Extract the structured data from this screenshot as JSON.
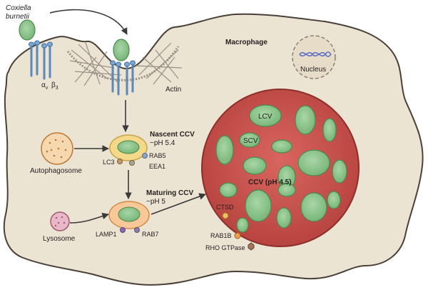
{
  "organism": {
    "line1": "Coxiella",
    "line2": "burnetii"
  },
  "integrin": {
    "alpha": "α",
    "alpha_sub": "v",
    "beta": "β",
    "beta_sub": "3"
  },
  "actin": "Actin",
  "macrophage": "Macrophage",
  "nucleus": "Nucleus",
  "autophagosome": "Autophagosome",
  "lysosome": "Lysosome",
  "nascent": {
    "title": "Nascent CCV",
    "ph": "~pH 5.4",
    "lc3": "LC3",
    "rab5": "RAB5",
    "eea1": "EEA1"
  },
  "maturing": {
    "title": "Maturing CCV",
    "ph": "~pH 5",
    "lamp1": "LAMP1",
    "rab7": "RAB7"
  },
  "ccv": {
    "lcv": "LCV",
    "scv": "SCV",
    "title": "CCV (pH 4.5)",
    "ctsd": "CTSD",
    "rab1b": "RAB1B",
    "rho": "RHO GTPase"
  },
  "colors": {
    "cell_fill": "#ece4d3",
    "cell_stroke": "#4a4038",
    "ccv_fill": "#c8504a",
    "bacteria": "#8fc48f",
    "vesicle_ring": "#f4d98a",
    "rab5_marker": "#8fa6c8",
    "lamp1_marker": "#8b6bb1",
    "rab7_marker": "#8a7fa8",
    "ctsd_marker": "#f0c060",
    "rab1b_marker": "#f0a050",
    "rho_marker": "#a07858"
  }
}
